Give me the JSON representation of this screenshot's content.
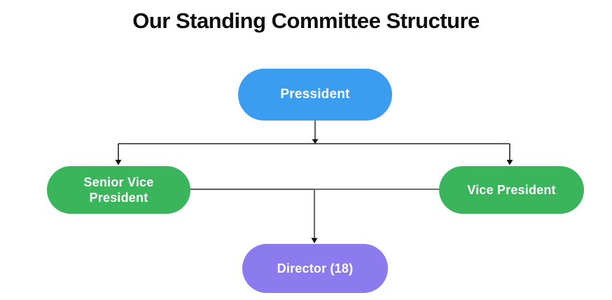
{
  "title": "Our Standing Committee Structure",
  "colors": {
    "president_fill": "#3b9df0",
    "vice_fill": "#3ab55c",
    "director_fill": "#8b7bee",
    "node_text": "#ffffff",
    "title_text": "#0d0d0d",
    "line_dark": "#252525",
    "line_gray": "#6e6e6e",
    "arrow": "#111111",
    "background": "#ffffff"
  },
  "nodes": {
    "president": {
      "label": "Pressident"
    },
    "senior_vice_president": {
      "label": "Senior Vice President"
    },
    "vice_president": {
      "label": "Vice President"
    },
    "director": {
      "label": "Director (18)"
    }
  }
}
